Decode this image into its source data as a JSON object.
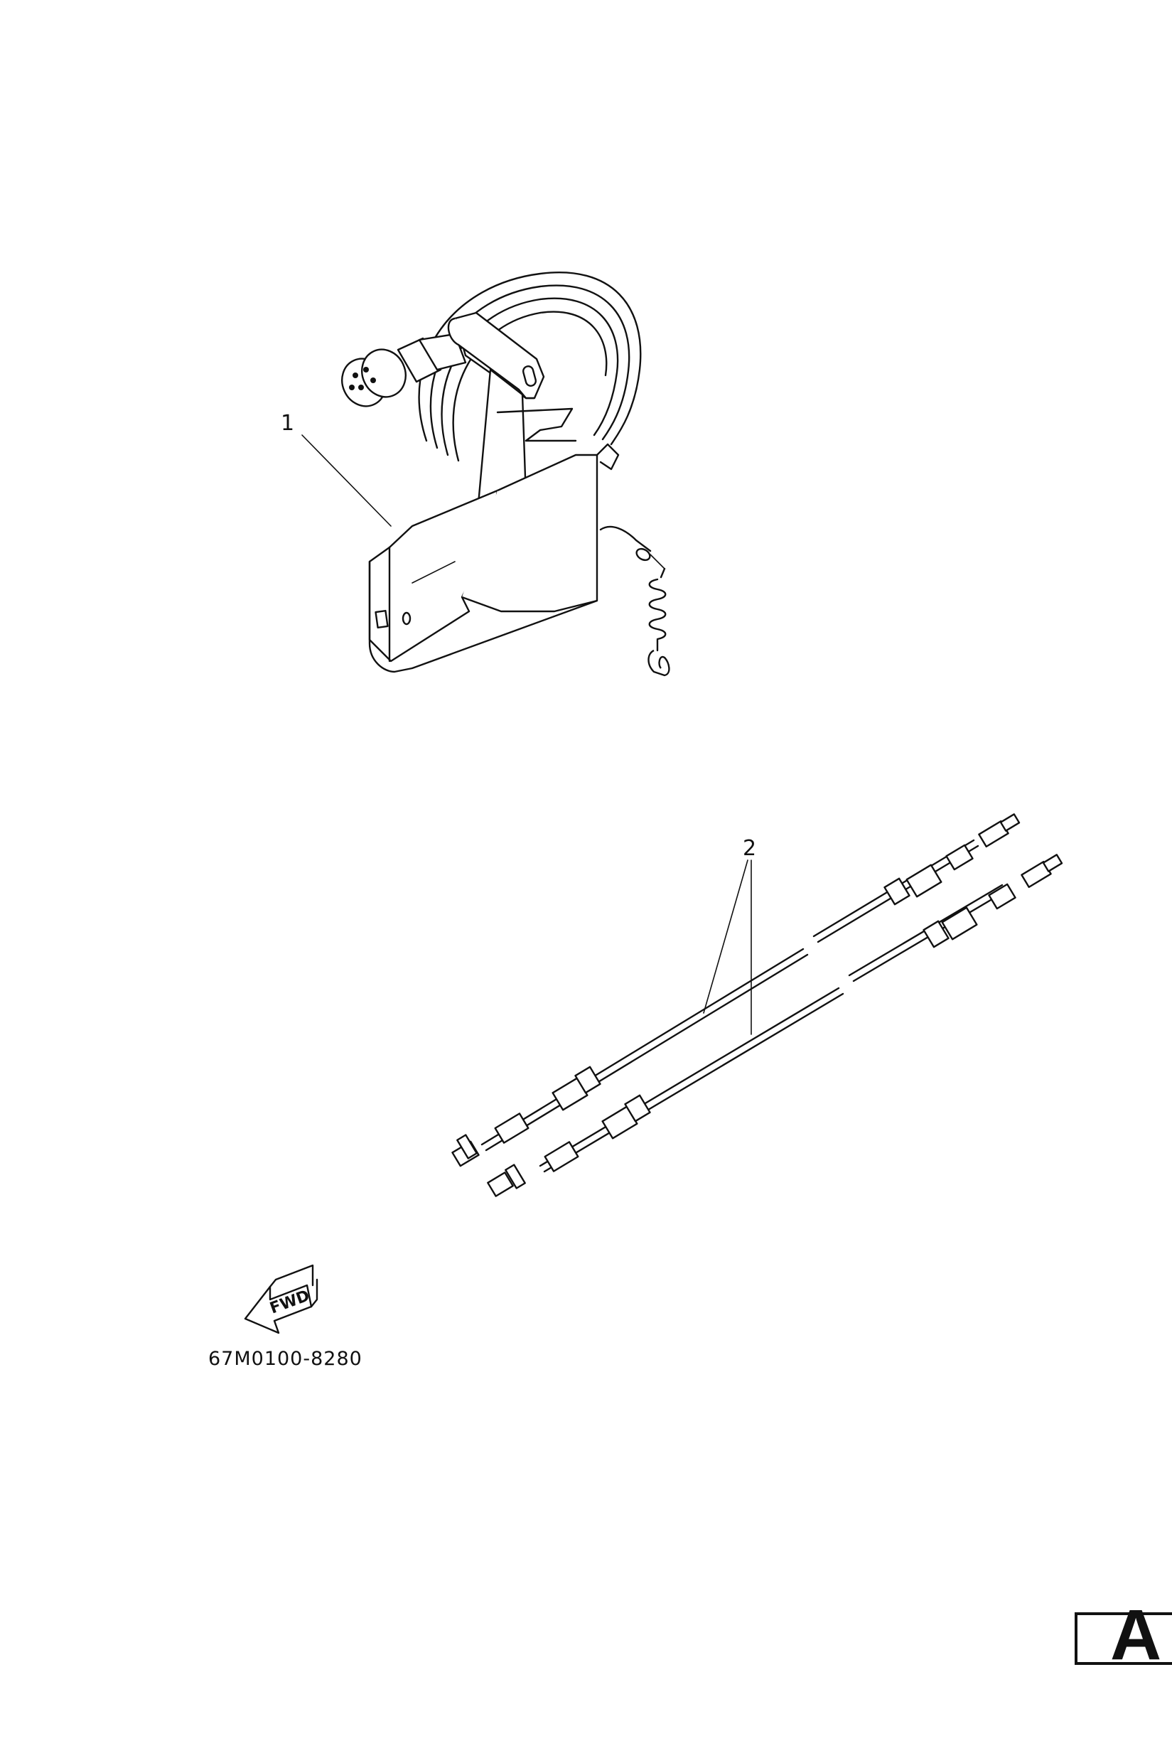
{
  "diagram": {
    "callouts": [
      {
        "number": "1",
        "part": "remote-control-box"
      },
      {
        "number": "2",
        "part": "control-cables"
      }
    ],
    "fwd_label": "FWD",
    "part_code": "67M0100-8280",
    "section_letter": "A"
  }
}
